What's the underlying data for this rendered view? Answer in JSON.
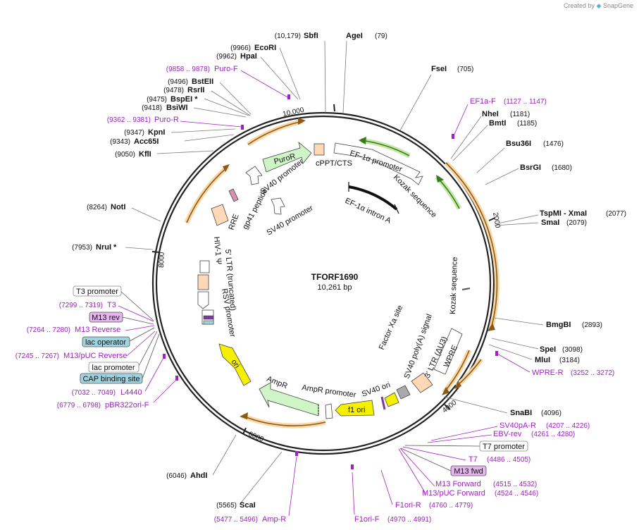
{
  "credit": {
    "prefix": "Created by",
    "brand": "SnapGene"
  },
  "plasmid": {
    "name": "TFORF1690",
    "size_label": "10,261 bp",
    "length": 10261
  },
  "ticks": [
    "2000",
    "4000",
    "6000",
    "8000",
    "10,000"
  ],
  "sites": [
    {
      "name": "SbfI",
      "pos_label": "(10,179)",
      "pos": 10179
    },
    {
      "name": "AgeI",
      "pos_label": "(79)",
      "pos": 79
    },
    {
      "name": "FseI",
      "pos_label": "(705)",
      "pos": 705
    },
    {
      "name": "NheI",
      "pos_label": "(1181)",
      "pos": 1181
    },
    {
      "name": "BmtI",
      "pos_label": "(1185)",
      "pos": 1185
    },
    {
      "name": "Bsu36I",
      "pos_label": "(1476)",
      "pos": 1476
    },
    {
      "name": "BsrGI",
      "pos_label": "(1680)",
      "pos": 1680
    },
    {
      "name": "TspMI - XmaI",
      "pos_label": "(2077)",
      "pos": 2077
    },
    {
      "name": "SmaI",
      "pos_label": "(2079)",
      "pos": 2079
    },
    {
      "name": "BmgBI",
      "pos_label": "(2893)",
      "pos": 2893
    },
    {
      "name": "SpeI",
      "pos_label": "(3098)",
      "pos": 3098
    },
    {
      "name": "MluI",
      "pos_label": "(3184)",
      "pos": 3184
    },
    {
      "name": "SnaBI",
      "pos_label": "(4096)",
      "pos": 4096
    },
    {
      "name": "ScaI",
      "pos_label": "(5565)",
      "pos": 5565
    },
    {
      "name": "AhdI",
      "pos_label": "(6046)",
      "pos": 6046
    },
    {
      "name": "NruI *",
      "pos_label": "(7953)",
      "pos": 7953
    },
    {
      "name": "NotI",
      "pos_label": "(8264)",
      "pos": 8264
    },
    {
      "name": "KflI",
      "pos_label": "(9050)",
      "pos": 9050
    },
    {
      "name": "Acc65I",
      "pos_label": "(9343)",
      "pos": 9343
    },
    {
      "name": "KpnI",
      "pos_label": "(9347)",
      "pos": 9347
    },
    {
      "name": "BsiWI",
      "pos_label": "(9418)",
      "pos": 9418
    },
    {
      "name": "BspEI *",
      "pos_label": "(9475)",
      "pos": 9475
    },
    {
      "name": "RsrII",
      "pos_label": "(9478)",
      "pos": 9478
    },
    {
      "name": "BstEII",
      "pos_label": "(9496)",
      "pos": 9496
    },
    {
      "name": "HpaI",
      "pos_label": "(9962)",
      "pos": 9962
    },
    {
      "name": "EcoRI",
      "pos_label": "(9966)",
      "pos": 9966
    }
  ],
  "primers": [
    {
      "name": "Puro-F",
      "range": "(9858 .. 9878)",
      "start": 9858
    },
    {
      "name": "Puro-R",
      "range": "(9362 .. 9381)",
      "start": 9362
    },
    {
      "name": "EF1a-F",
      "range": "(1127 .. 1147)",
      "start": 1127
    },
    {
      "name": "WPRE-R",
      "range": "(3252 .. 3272)",
      "start": 3252
    },
    {
      "name": "SV40pA-R",
      "range": "(4207 .. 4226)",
      "start": 4207
    },
    {
      "name": "EBV-rev",
      "range": "(4261 .. 4280)",
      "start": 4261
    },
    {
      "name": "T7",
      "range": "(4486 .. 4505)",
      "start": 4486
    },
    {
      "name": "M13 Forward",
      "range": "(4515 .. 4532)",
      "start": 4515
    },
    {
      "name": "M13/pUC Forward",
      "range": "(4524 .. 4546)",
      "start": 4524
    },
    {
      "name": "F1ori-R",
      "range": "(4760 .. 4779)",
      "start": 4760
    },
    {
      "name": "F1ori-F",
      "range": "(4970 .. 4991)",
      "start": 4970
    },
    {
      "name": "Amp-R",
      "range": "(5477 .. 5496)",
      "start": 5477
    },
    {
      "name": "pBR322ori-F",
      "range": "(6779 .. 6798)",
      "start": 6779
    },
    {
      "name": "L4440",
      "range": "(7032 .. 7049)",
      "start": 7032
    },
    {
      "name": "M13/pUC Reverse",
      "range": "(7245 .. 7267)",
      "start": 7245
    },
    {
      "name": "M13 Reverse",
      "range": "(7264 .. 7280)",
      "start": 7264
    },
    {
      "name": "T3",
      "range": "(7299 .. 7319)",
      "start": 7299
    }
  ],
  "boxed_features": [
    {
      "name": "T7 promoter",
      "style": "white"
    },
    {
      "name": "M13 fwd",
      "style": "purple"
    },
    {
      "name": "T3 promoter",
      "style": "white"
    },
    {
      "name": "M13 rev",
      "style": "purple"
    },
    {
      "name": "lac operator",
      "style": "teal"
    },
    {
      "name": "lac promoter",
      "style": "white"
    },
    {
      "name": "CAP binding site",
      "style": "teal"
    }
  ],
  "features": [
    {
      "name": "EF-1α promoter"
    },
    {
      "name": "Kozak sequence"
    },
    {
      "name": "EF-1α intron A"
    },
    {
      "name": "Kozak sequence"
    },
    {
      "name": "WPRE"
    },
    {
      "name": "3' LTR (ΔU3)"
    },
    {
      "name": "SV40 poly(A) signal"
    },
    {
      "name": "Factor Xa site"
    },
    {
      "name": "SV40 ori"
    },
    {
      "name": "f1 ori"
    },
    {
      "name": "AmpR promoter"
    },
    {
      "name": "AmpR"
    },
    {
      "name": "ori"
    },
    {
      "name": "RSV promoter"
    },
    {
      "name": "5' LTR (truncated)"
    },
    {
      "name": "HIV-1 Ψ"
    },
    {
      "name": "RRE"
    },
    {
      "name": "gp41 peptide"
    },
    {
      "name": "SV40 promoter"
    },
    {
      "name": "SV40 promoter"
    },
    {
      "name": "PuroR"
    },
    {
      "name": "cPPT/CTS"
    }
  ],
  "colors": {
    "primer": "#a020c0",
    "orf_orange": "#f5c27a",
    "orf_arrow": "#7a4a10",
    "green_arrow": "#3a7a1a",
    "green_halo": "#c5e7a8",
    "feature_green": "#cff5c7",
    "feature_peach": "#ffd8b8",
    "feature_yellow": "#f5f000",
    "box_purple": "#e6b5ef",
    "box_teal": "#9fd3dd"
  }
}
